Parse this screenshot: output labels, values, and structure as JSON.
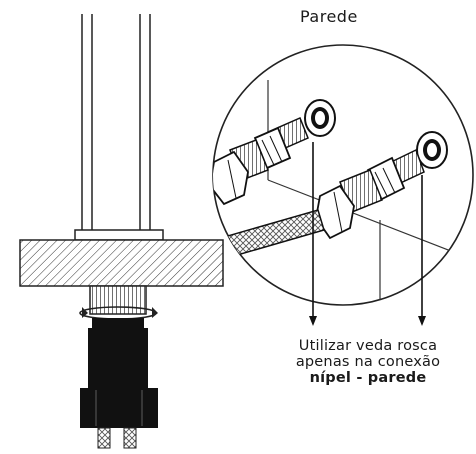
{
  "labels": {
    "wall": "Parede",
    "note_line1": "Utilizar veda rosca",
    "note_line2": "apenas na conexão",
    "note_line3": "nípel - parede"
  }
}
